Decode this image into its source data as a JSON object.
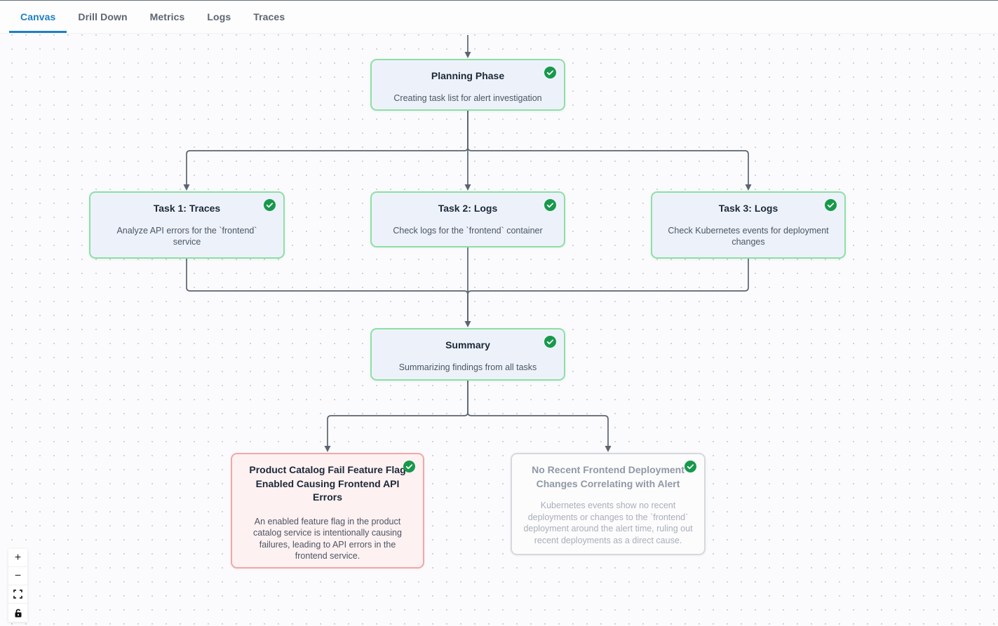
{
  "tabs": [
    {
      "id": "canvas",
      "label": "Canvas",
      "active": true
    },
    {
      "id": "drilldown",
      "label": "Drill Down",
      "active": false
    },
    {
      "id": "metrics",
      "label": "Metrics",
      "active": false
    },
    {
      "id": "logs",
      "label": "Logs",
      "active": false
    },
    {
      "id": "traces",
      "label": "Traces",
      "active": false
    }
  ],
  "canvas": {
    "nodes": [
      {
        "id": "planning",
        "variant": "green",
        "status": "completed",
        "title": "Planning Phase",
        "description": "Creating task list for alert investigation"
      },
      {
        "id": "task1",
        "variant": "green",
        "status": "completed",
        "title": "Task 1: Traces",
        "description": "Analyze API errors for the `frontend` service"
      },
      {
        "id": "task2",
        "variant": "green",
        "status": "completed",
        "title": "Task 2: Logs",
        "description": "Check logs for the `frontend` container"
      },
      {
        "id": "task3",
        "variant": "green",
        "status": "completed",
        "title": "Task 3: Logs",
        "description": "Check Kubernetes events for deployment changes"
      },
      {
        "id": "summary",
        "variant": "green",
        "status": "completed",
        "title": "Summary",
        "description": "Summarizing findings from all tasks"
      },
      {
        "id": "finding-root-cause",
        "variant": "red",
        "status": "completed",
        "title": "Product Catalog Fail Feature Flag Enabled Causing Frontend API Errors",
        "description": "An enabled feature flag in the product catalog service is intentionally causing failures, leading to API errors in the frontend service."
      },
      {
        "id": "finding-ruled-out",
        "variant": "gray",
        "status": "completed",
        "title": "No Recent Frontend Deployment Changes Correlating with Alert",
        "description": "Kubernetes events show no recent deployments or changes to the `frontend` deployment around the alert time, ruling out recent deployments as a direct cause."
      }
    ],
    "edges": [
      {
        "source": "start",
        "target": "planning"
      },
      {
        "source": "planning",
        "target": "task1"
      },
      {
        "source": "planning",
        "target": "task2"
      },
      {
        "source": "planning",
        "target": "task3"
      },
      {
        "source": "task1",
        "target": "summary"
      },
      {
        "source": "task2",
        "target": "summary"
      },
      {
        "source": "task3",
        "target": "summary"
      },
      {
        "source": "summary",
        "target": "finding-root-cause"
      },
      {
        "source": "summary",
        "target": "finding-ruled-out"
      }
    ],
    "controls": {
      "zoom_in": "+",
      "zoom_out": "−",
      "fit_view": "fit view",
      "lock": "toggle interactivity"
    }
  },
  "colors": {
    "accent_blue": "#1d80c3",
    "node_green_border": "#8ce0a4",
    "node_red_border": "#f1a8a6",
    "node_gray_border": "#d5d8de",
    "node_bg_blue": "#edf2fa",
    "node_bg_red": "#fdf1f1",
    "check_green": "#17994b",
    "edge": "#5b6472"
  }
}
